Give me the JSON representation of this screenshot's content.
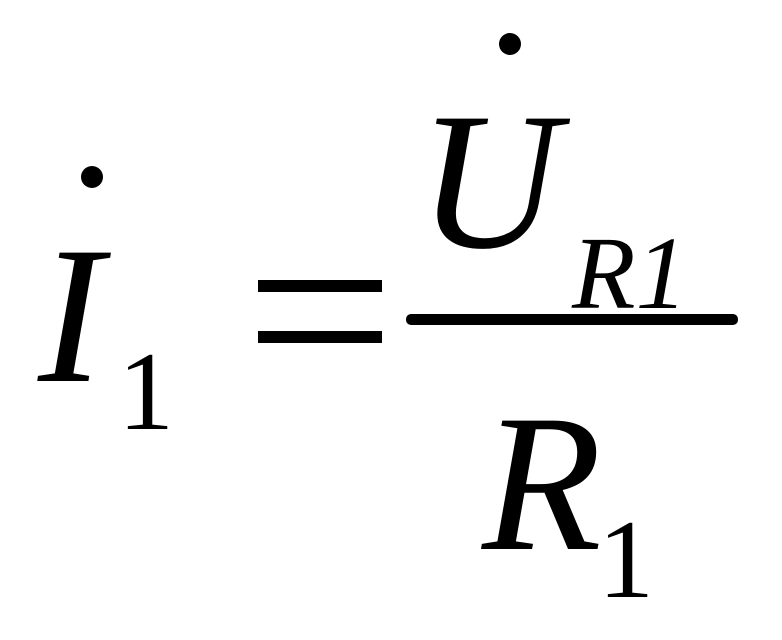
{
  "formula": {
    "lhs": {
      "symbol": "I",
      "subscript": "1"
    },
    "operator": "=",
    "numerator": {
      "symbol": "U",
      "subscript": "R1"
    },
    "denominator": {
      "symbol": "R",
      "subscript": "1"
    }
  },
  "colors": {
    "ink": "#000000",
    "background": "#ffffff"
  }
}
